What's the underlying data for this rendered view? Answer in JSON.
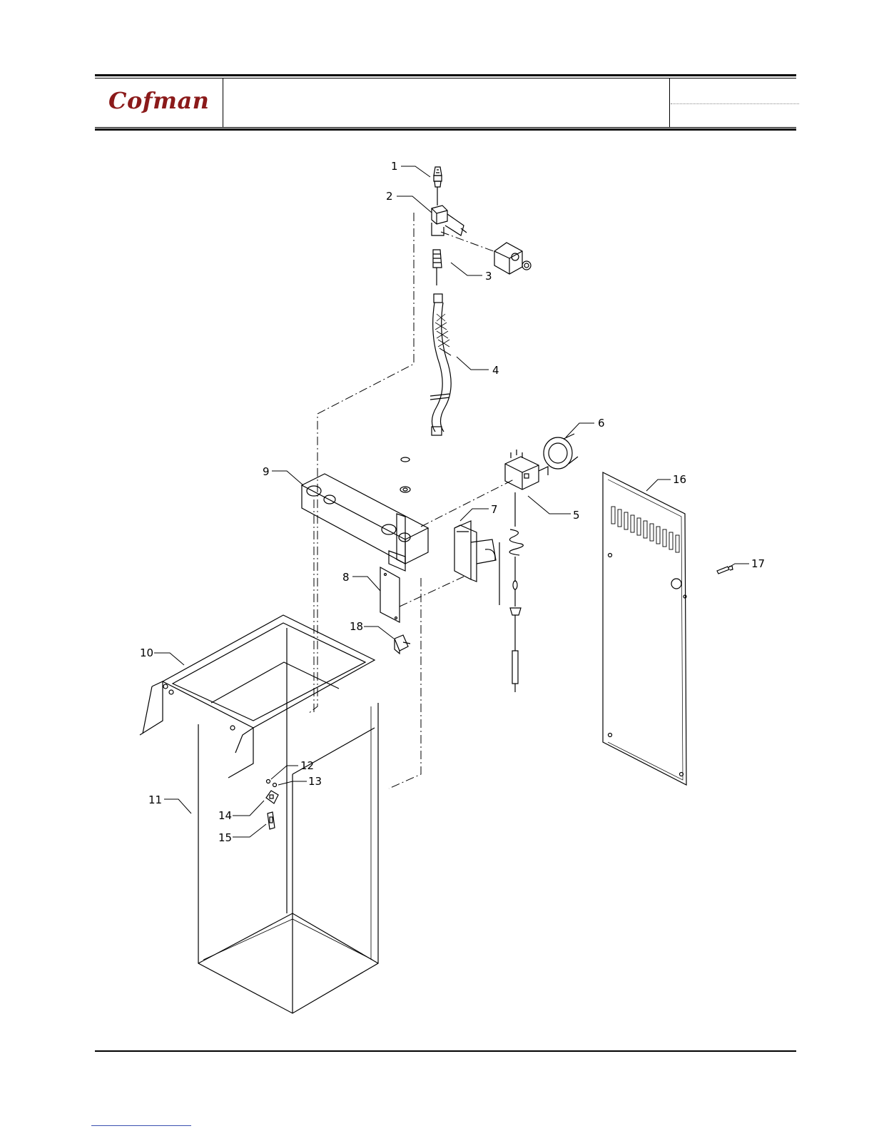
{
  "header": {
    "brand": "Cofman"
  },
  "labels": [
    "1",
    "2",
    "3",
    "4",
    "5",
    "6",
    "7",
    "8",
    "9",
    "10",
    "11",
    "12",
    "13",
    "14",
    "15",
    "16",
    "17",
    "18"
  ]
}
